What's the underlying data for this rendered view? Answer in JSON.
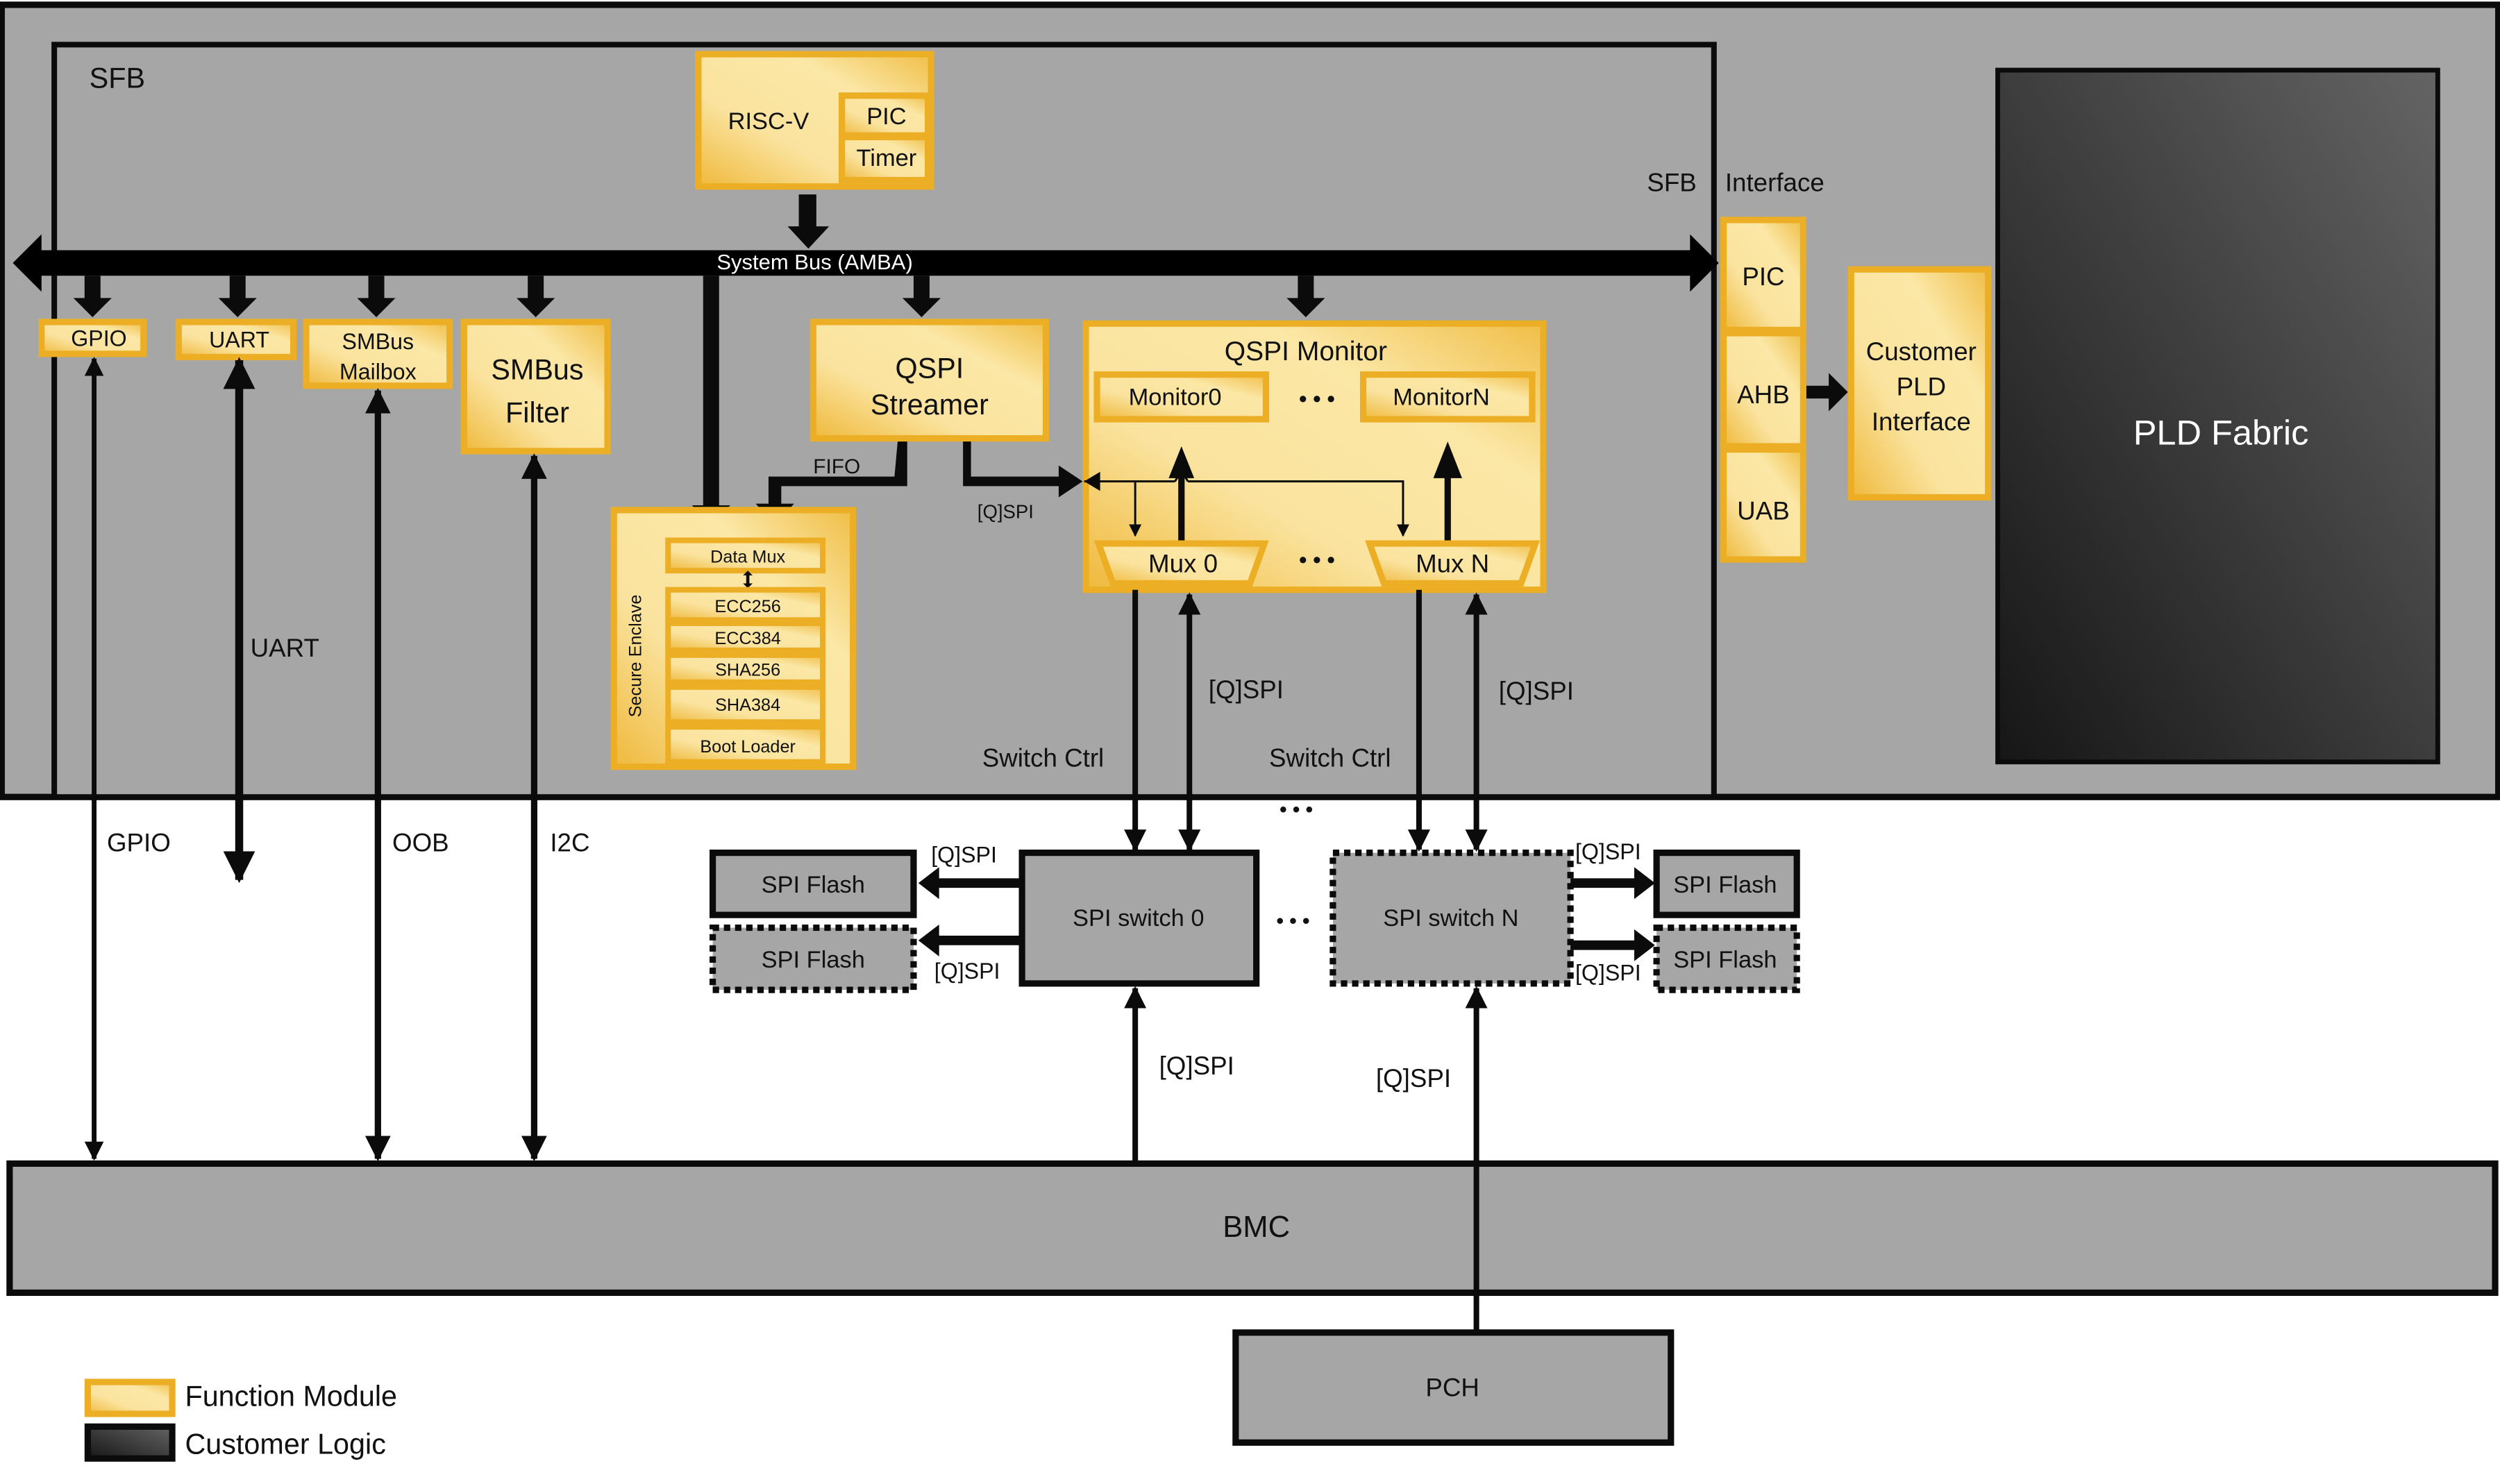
{
  "colors": {
    "module_border": "#EBAE24",
    "module_fill_light": "#FBE7A6",
    "module_fill_dark": "#F0BE47",
    "gray": "#A6A6A6",
    "line": "#0B0B0B",
    "customer_logic_dark": "#1A1A1A",
    "customer_logic_light": "#606060"
  },
  "sfb": {
    "title": "SFB",
    "interface_left": "SFB",
    "interface_right": "Interface",
    "system_bus": "System Bus (AMBA)",
    "risc_v": {
      "label": "RISC-V",
      "pic": "PIC",
      "timer": "Timer"
    },
    "peripherals": {
      "gpio": "GPIO",
      "uart": "UART",
      "smbus_mailbox": [
        "SMBus",
        "Mailbox"
      ],
      "smbus_filter": [
        "SMBus",
        "Filter"
      ]
    },
    "qspi_streamer": [
      "QSPI",
      "Streamer"
    ],
    "fifo_label": "FIFO",
    "qspi_link_label": "[Q]SPI",
    "secure_enclave": {
      "title": "Secure Enclave",
      "blocks": [
        "Data Mux",
        "ECC256",
        "ECC384",
        "SHA256",
        "SHA384",
        "Boot Loader"
      ]
    },
    "qspi_monitor": {
      "title": "QSPI Monitor",
      "monitors": [
        "Monitor0",
        "MonitorN"
      ],
      "muxes": [
        "Mux 0",
        "Mux N"
      ],
      "ellipsis": "• • •"
    },
    "uart_line_label": "UART",
    "switch_ctrl_labels": [
      "Switch Ctrl",
      "Switch Ctrl"
    ],
    "qspi_labels": [
      "[Q]SPI",
      "[Q]SPI"
    ]
  },
  "interface_blocks": [
    "PIC",
    "AHB",
    "UAB"
  ],
  "customer_pld_interface": [
    "Customer",
    "PLD",
    "Interface"
  ],
  "pld_fabric": "PLD Fabric",
  "external": {
    "line_labels": {
      "gpio": "GPIO",
      "oob": "OOB",
      "i2c": "I2C"
    },
    "spi_switches": [
      "SPI switch 0",
      "SPI switch N"
    ],
    "spi_flash": "SPI Flash",
    "flash_link_label": "[Q]SPI",
    "bmc_link_label": "[Q]SPI",
    "pch_link_label": "[Q]SPI",
    "bmc": "BMC",
    "pch": "PCH",
    "ellipsis": "• • •"
  },
  "legend": [
    {
      "label": "Function Module",
      "type": "function-module"
    },
    {
      "label": "Customer Logic",
      "type": "customer-logic"
    }
  ]
}
